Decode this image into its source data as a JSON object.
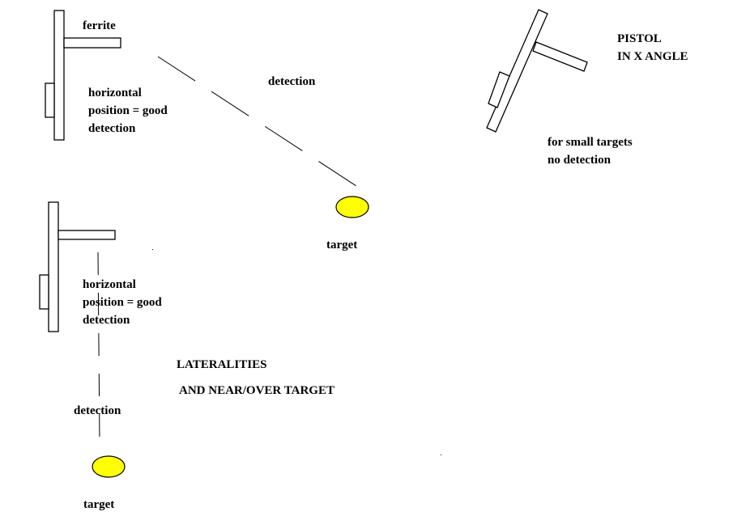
{
  "labels": {
    "ferrite": "ferrite",
    "horizontal_1": [
      "horizontal",
      "position = good",
      "detection"
    ],
    "detection_1": "detection",
    "target_1": "target",
    "pistol": [
      "PISTOL",
      "IN X ANGLE"
    ],
    "small_targets": [
      "for small targets",
      "no detection"
    ],
    "horizontal_2": [
      "horizontal",
      "position = good",
      "detection"
    ],
    "lateralities": "LATERALITIES",
    "near_over": "AND NEAR/OVER TARGET",
    "detection_2": "detection",
    "target_2": "target"
  },
  "colors": {
    "target_fill": "#ffff00",
    "stroke": "#000000",
    "background": "#ffffff"
  }
}
